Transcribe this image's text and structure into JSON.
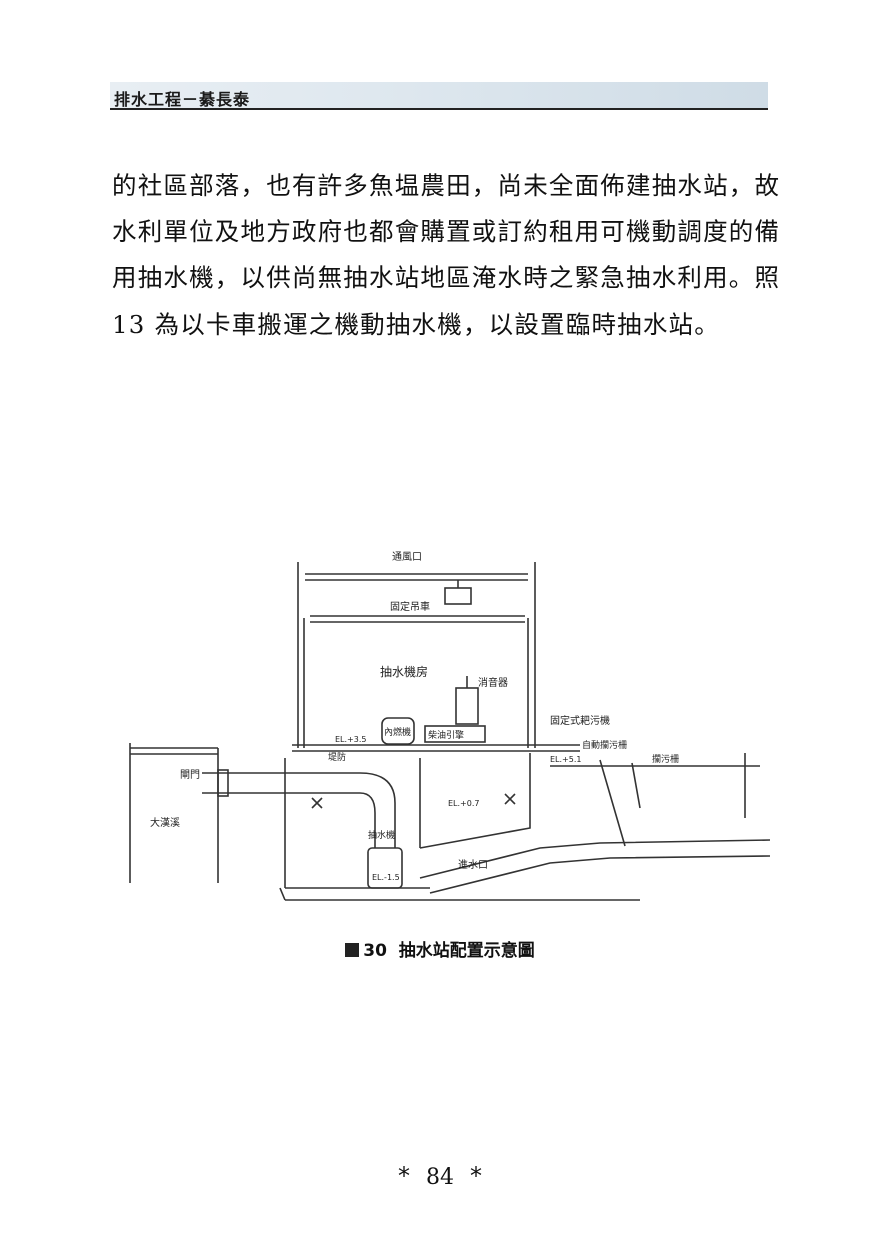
{
  "header": {
    "title": "排水工程－綦長泰"
  },
  "body_lines": [
    "的社區部落，也有許多魚塭農田，尚未全面佈建抽水站，故",
    "水利單位及地方政府也都會購置或訂約租用可機動調度的備",
    "用抽水機，以供尚無抽水站地區淹水時之緊急抽水利用。照",
    "13 為以卡車搬運之機動抽水機，以設置臨時抽水站。"
  ],
  "figure": {
    "labels": {
      "vent": "通風口",
      "crane": "固定吊車",
      "pump_room": "抽水機房",
      "silencer": "消音器",
      "el_top": "EL.+3.5",
      "engine": "內燃機",
      "fuel_tank": "柴油引擎",
      "screen_machine": "固定式耙污機",
      "auto_screen": "自動攔污柵",
      "trash_rack": "攔污柵",
      "el_right": "EL.+5.1",
      "gate": "閘門",
      "levee": "堤防",
      "sea": "大漢溪",
      "el_mid": "EL.+0.7",
      "pump": "抽水機",
      "el_bottom": "EL.-1.5",
      "channel": "進水口"
    }
  },
  "caption": {
    "figure_no": "30",
    "text": "抽水站配置示意圖"
  },
  "page": {
    "number": "84",
    "mark": "*"
  }
}
